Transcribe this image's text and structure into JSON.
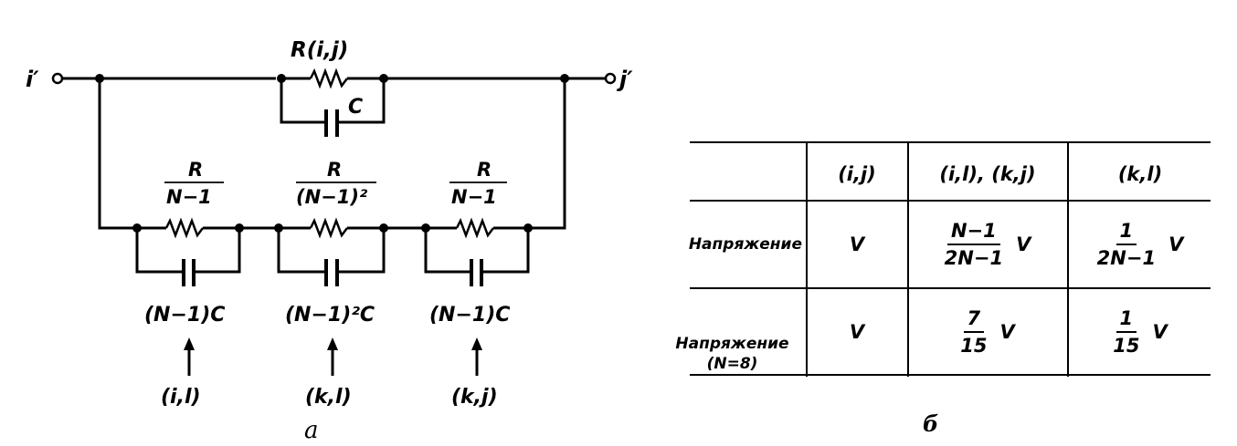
{
  "circuit": {
    "terminal_left": "i′",
    "terminal_right": "j′",
    "top_resistor": "R(i,j)",
    "top_capacitor": "C",
    "branches": [
      {
        "resistor_num": "R",
        "resistor_den": "N−1",
        "capacitor": "(N−1)C",
        "pair": "(i,l)"
      },
      {
        "resistor_num": "R",
        "resistor_den": "(N−1)²",
        "capacitor": "(N−1)²C",
        "pair": "(k,l)"
      },
      {
        "resistor_num": "R",
        "resistor_den": "N−1",
        "capacitor": "(N−1)C",
        "pair": "(k,j)"
      }
    ],
    "figure_label": "a"
  },
  "table": {
    "headers": [
      "",
      "(i,j)",
      "(i,l), (k,j)",
      "(k,l)"
    ],
    "row1": {
      "label": "Напряжение",
      "c1": "V",
      "c2_num": "N−1",
      "c2_den": "2N−1",
      "c2_unit": "V",
      "c3_num": "1",
      "c3_den": "2N−1",
      "c3_unit": "V"
    },
    "row2": {
      "label_line1": "Напряжение",
      "label_line2": "(N=8)",
      "c1": "V",
      "c2_num": "7",
      "c2_den": "15",
      "c2_unit": "V",
      "c3_num": "1",
      "c3_den": "15",
      "c3_unit": "V"
    },
    "figure_label": "б"
  }
}
